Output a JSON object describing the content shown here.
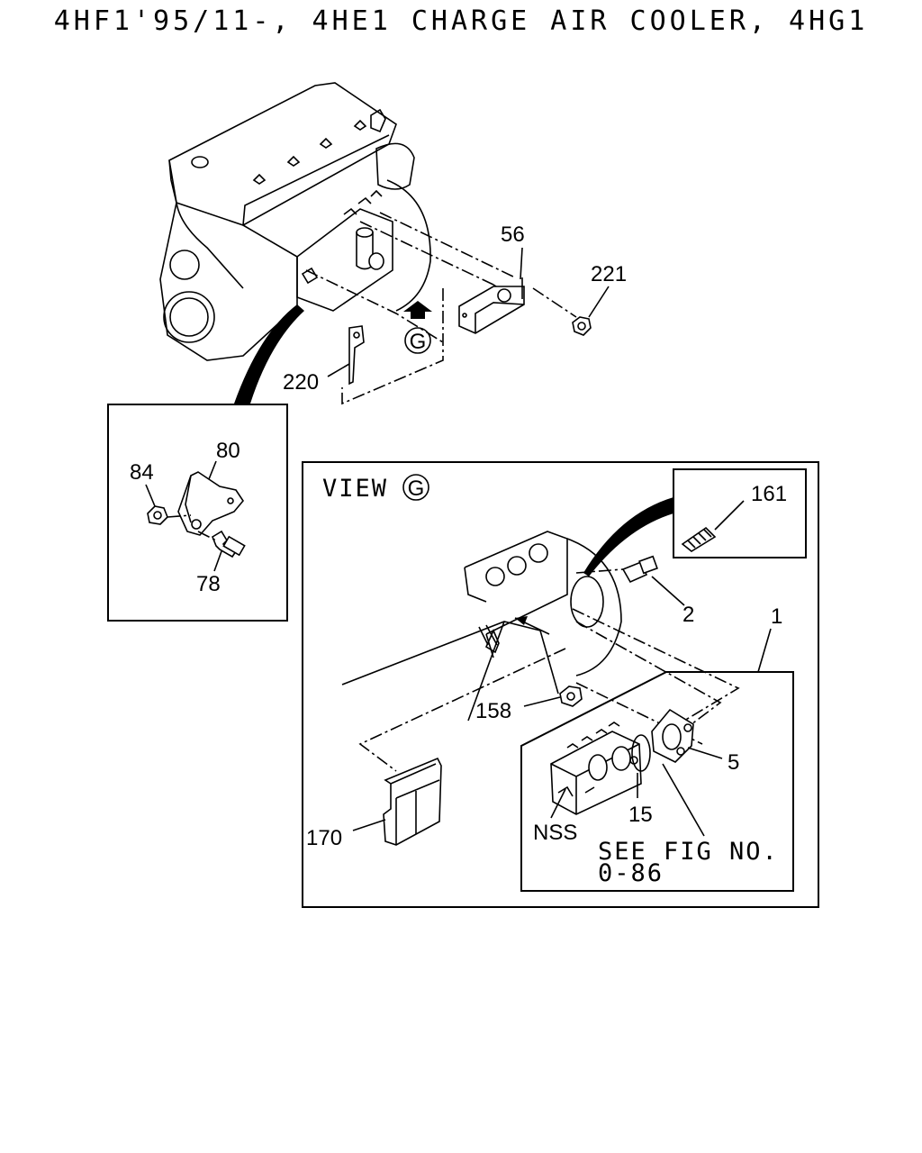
{
  "title": "4HF1'95/11-, 4HE1 CHARGE AIR COOLER, 4HG1",
  "view_label": "VIEW",
  "view_marker": "G",
  "note_line1": "SEE FIG NO.",
  "note_line2": "0-86",
  "callouts": {
    "p56": "56",
    "p221": "221",
    "p220": "220",
    "p80": "80",
    "p84": "84",
    "p78": "78",
    "p161": "161",
    "p2": "2",
    "p1": "1",
    "p158": "158",
    "p5": "5",
    "p15": "15",
    "pNSS": "NSS",
    "p170": "170"
  }
}
